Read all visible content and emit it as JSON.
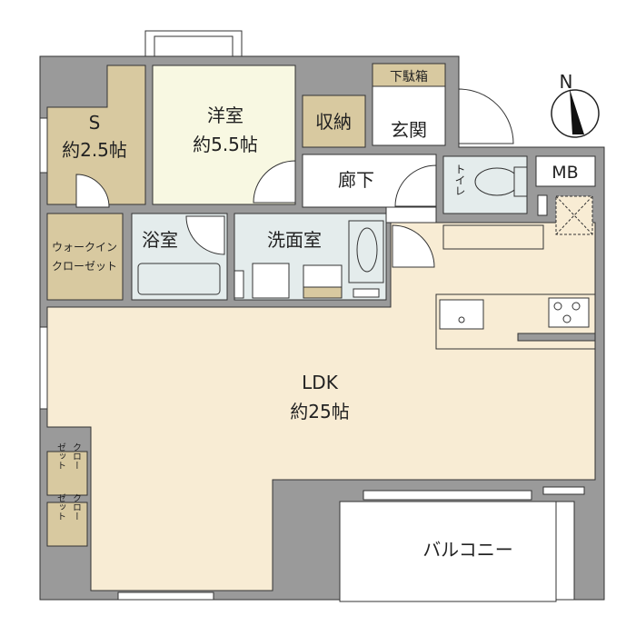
{
  "rooms": {
    "s_room": {
      "name": "S",
      "size": "約2.5帖"
    },
    "western_room": {
      "name": "洋室",
      "size": "約5.5帖"
    },
    "storage": {
      "name": "収納"
    },
    "shoe_box": {
      "name": "下駄箱"
    },
    "entrance": {
      "name": "玄関"
    },
    "hallway": {
      "name": "廊下"
    },
    "toilet": {
      "name": "トイレ"
    },
    "meter_box": {
      "name": "MB"
    },
    "walk_in_closet": {
      "line1": "ウォークイン",
      "line2": "クローゼット"
    },
    "bathroom": {
      "name": "浴室"
    },
    "washroom": {
      "name": "洗面室"
    },
    "ldk": {
      "name": "LDK",
      "size": "約25帖"
    },
    "closet1": {
      "line1": "クロー",
      "line2": "ゼット"
    },
    "closet2": {
      "line1": "クロー",
      "line2": "ゼット"
    },
    "balcony": {
      "name": "バルコニー"
    }
  },
  "compass": {
    "label": "N"
  },
  "colors": {
    "wall": "#9a9a9a",
    "ldk_floor": "#f8ecd4",
    "tan_floor": "#d8c9a0",
    "western_floor": "#f8f8e2",
    "wet_area": "#e4ecec"
  }
}
